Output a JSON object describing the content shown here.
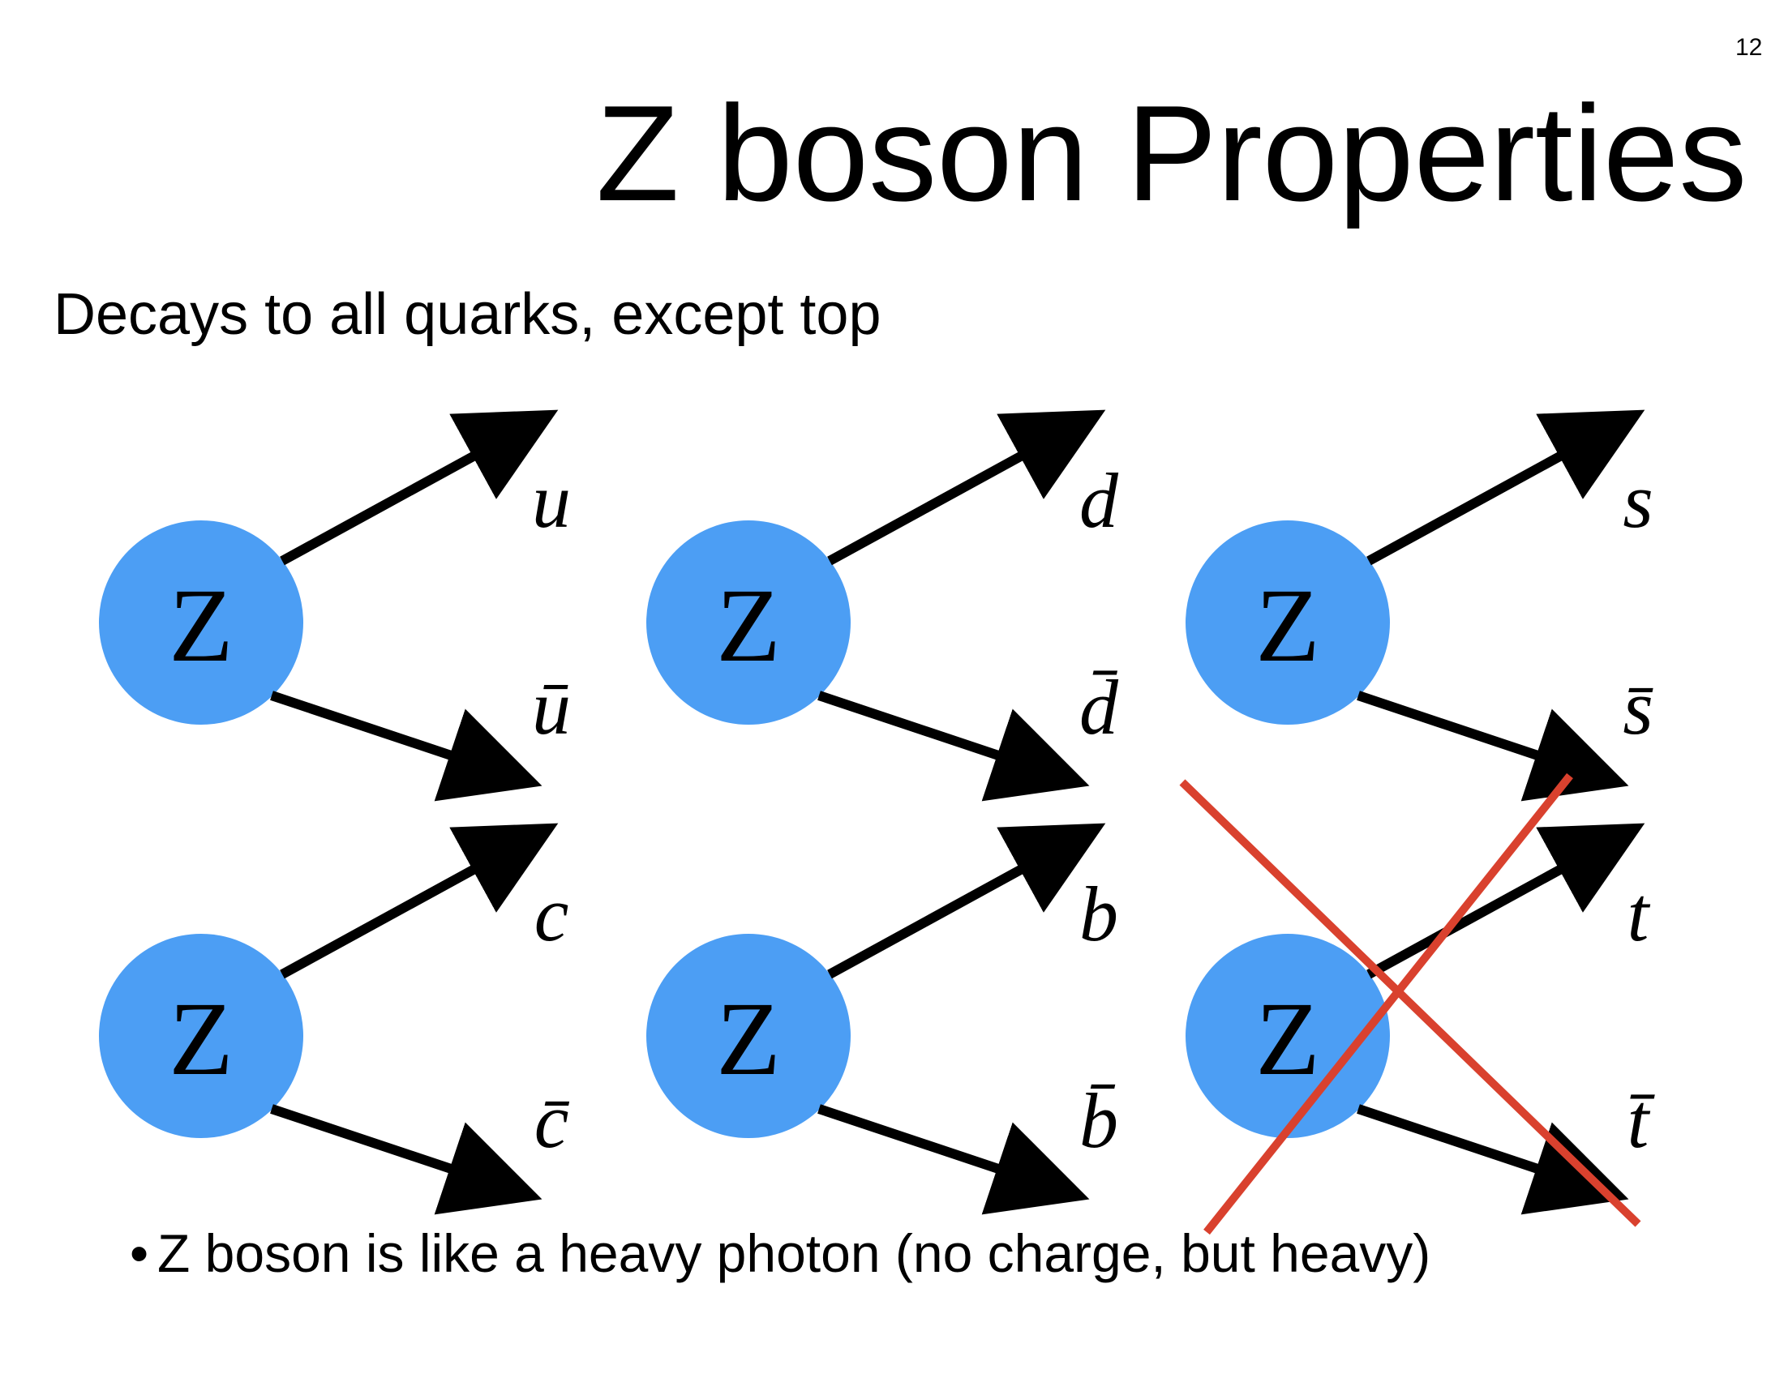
{
  "page_number": "12",
  "title": "Z boson Properties",
  "subtitle": "Decays to all quarks, except top",
  "bullets": [
    "Z boson is like a heavy photon (no charge, but heavy)"
  ],
  "colors": {
    "boson_fill": "#4C9EF4",
    "arrow": "#000000",
    "cross_out": "#D9412E"
  },
  "decays": [
    {
      "boson": "Z",
      "quark": "u",
      "antiquark": "ū",
      "excluded": false
    },
    {
      "boson": "Z",
      "quark": "d",
      "antiquark": "d̄",
      "excluded": false
    },
    {
      "boson": "Z",
      "quark": "s",
      "antiquark": "s̄",
      "excluded": false
    },
    {
      "boson": "Z",
      "quark": "c",
      "antiquark": "c̄",
      "excluded": false
    },
    {
      "boson": "Z",
      "quark": "b",
      "antiquark": "b̄",
      "excluded": false
    },
    {
      "boson": "Z",
      "quark": "t",
      "antiquark": "t̄",
      "excluded": true
    }
  ]
}
